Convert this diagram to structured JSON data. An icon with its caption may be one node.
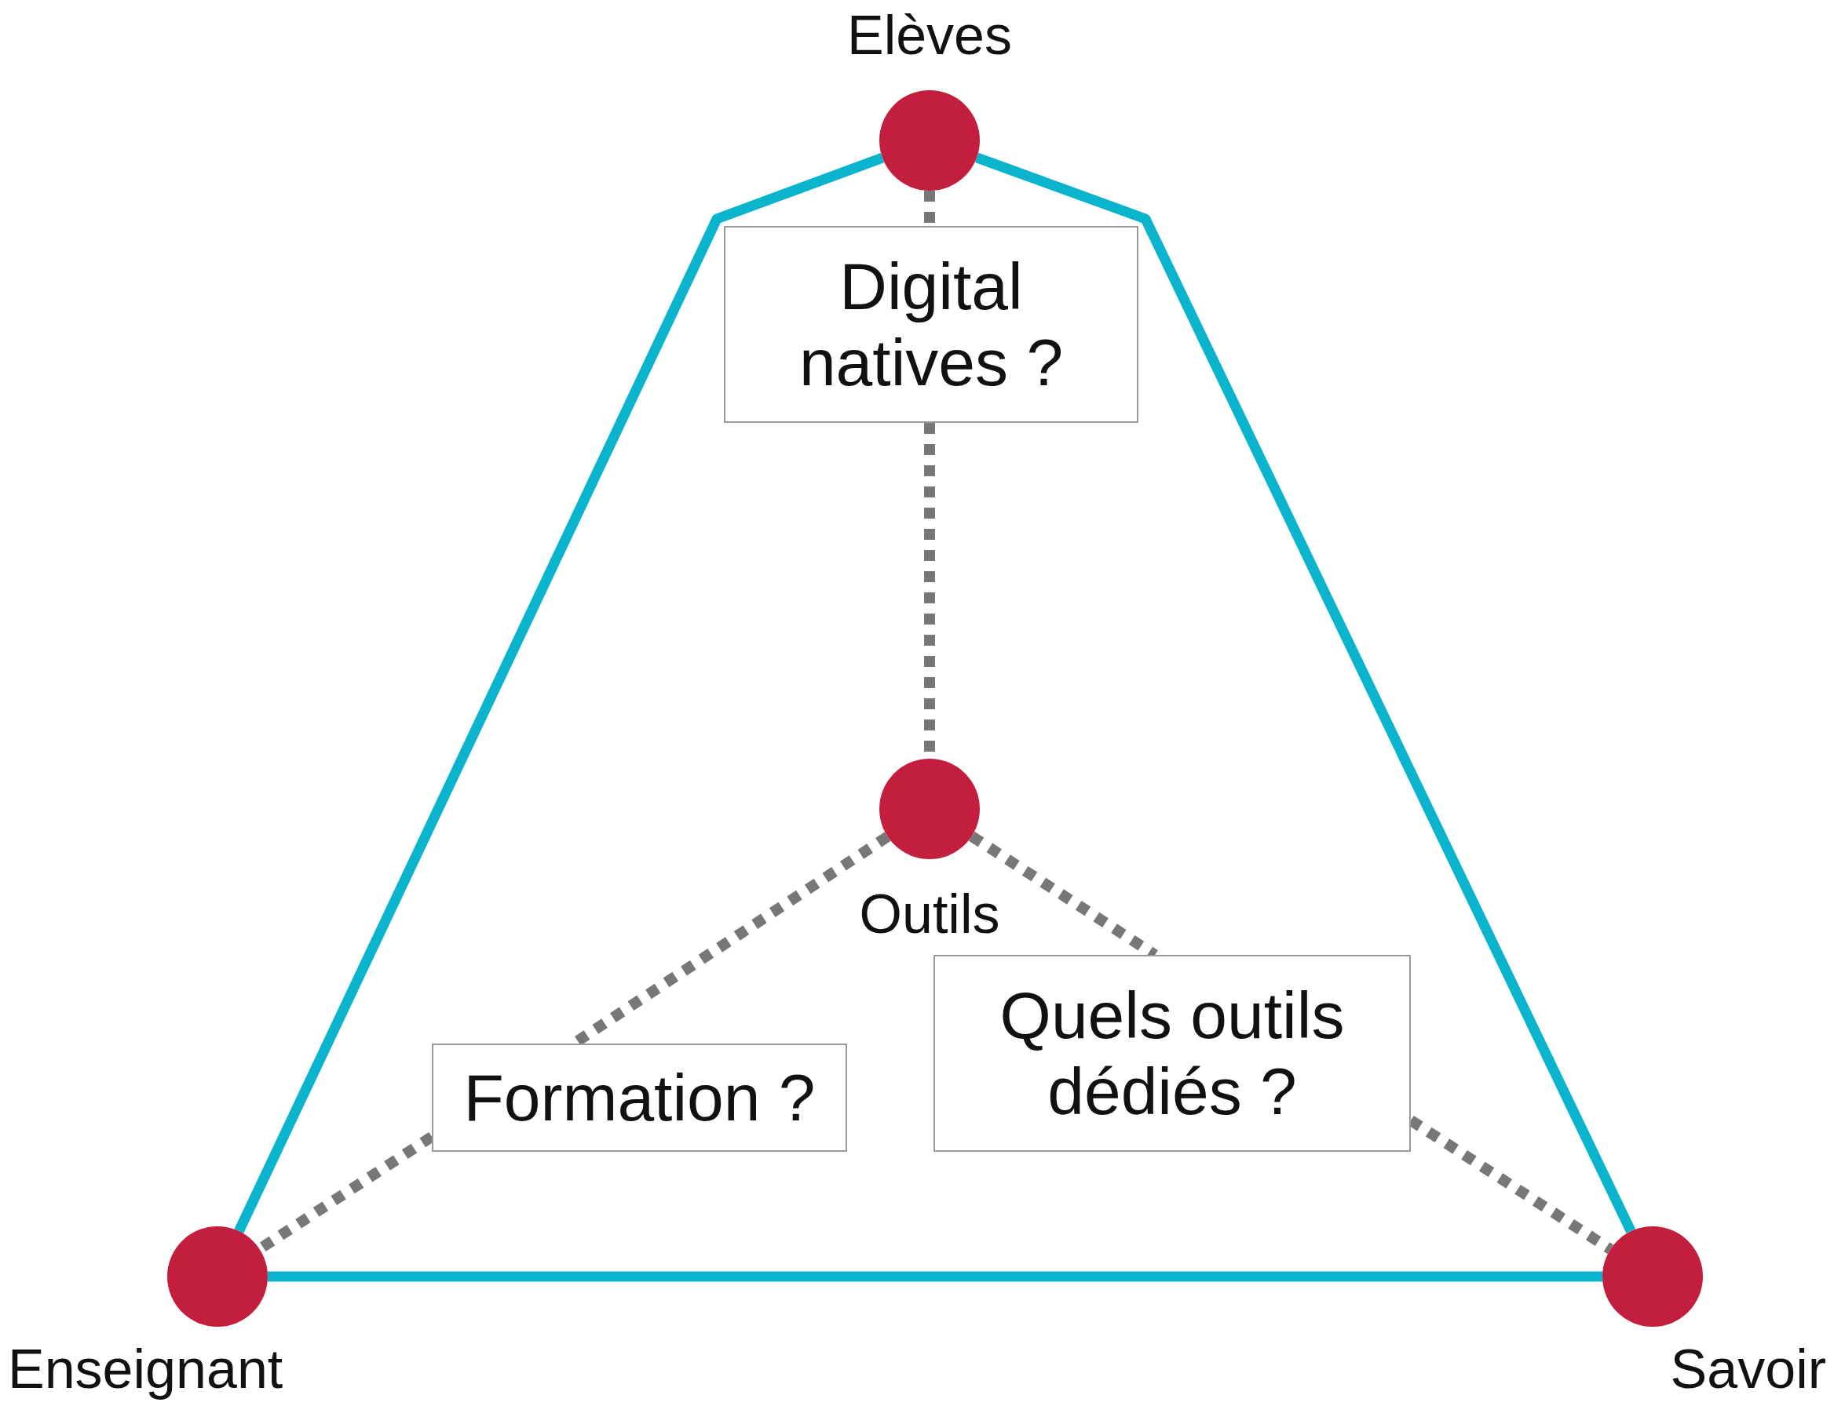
{
  "diagram": {
    "nodes": [
      {
        "text": [
          "Elèves"
        ]
      },
      {
        "text": [
          "Digital natives ?"
        ]
      },
      {
        "text": [
          "Outils"
        ]
      },
      {
        "text": [
          "Quels outils dédiés ?"
        ]
      },
      {
        "text": [
          "Formation ?"
        ]
      },
      {
        "text": [
          "Enseignant"
        ]
      },
      {
        "text": [
          "Savoir"
        ]
      }
    ],
    "edges": [
      {
        "from": 0,
        "to": 5,
        "arrow": "none",
        "color": "#0ab4cc"
      },
      {
        "from": 0,
        "to": 6,
        "arrow": "none",
        "color": "#0ab4cc"
      },
      {
        "from": 5,
        "to": 6,
        "arrow": "none",
        "color": "#0ab4cc"
      },
      {
        "from": 0,
        "to": 1,
        "arrow": "none",
        "style": "dashed"
      },
      {
        "from": 1,
        "to": 2,
        "arrow": "none",
        "style": "dashed"
      },
      {
        "from": 2,
        "to": 4,
        "arrow": "none",
        "style": "dashed"
      },
      {
        "from": 4,
        "to": 5,
        "arrow": "none",
        "style": "dashed"
      },
      {
        "from": 2,
        "to": 3,
        "arrow": "none",
        "style": "dashed"
      },
      {
        "from": 3,
        "to": 6,
        "arrow": "none",
        "style": "dashed"
      }
    ]
  }
}
